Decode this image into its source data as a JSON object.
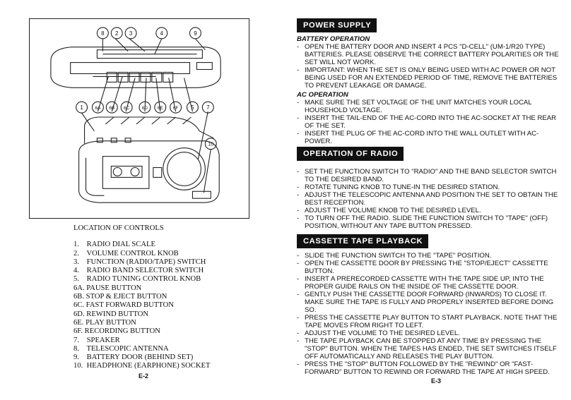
{
  "left_page": {
    "figure_callouts": [
      "8",
      "2",
      "3",
      "4",
      "9",
      "1",
      "6A",
      "6B",
      "6C",
      "6D",
      "6E",
      "6F",
      "5",
      "7",
      "10"
    ],
    "location_title": "LOCATION OF CONTROLS",
    "controls": [
      {
        "num": "1.",
        "label": "RADIO DIAL SCALE"
      },
      {
        "num": "2.",
        "label": "VOLUME CONTROL KNOB"
      },
      {
        "num": "3.",
        "label": "FUNCTION (RADIO/TAPE) SWITCH"
      },
      {
        "num": "4.",
        "label": "RADIO BAND SELECTOR SWITCH"
      },
      {
        "num": "5.",
        "label": "RADIO TUNING CONTROL KNOB"
      },
      {
        "num": "6A.",
        "label": "PAUSE BUTTON"
      },
      {
        "num": "6B.",
        "label": "STOP & EJECT BUTTON"
      },
      {
        "num": "6C.",
        "label": "FAST FORWARD BUTTON"
      },
      {
        "num": "6D.",
        "label": "REWIND BUTTON"
      },
      {
        "num": "6E.",
        "label": "PLAY BUTTON"
      },
      {
        "num": "6F.",
        "label": "RECORDING BUTTON"
      },
      {
        "num": "7.",
        "label": "SPEAKER"
      },
      {
        "num": "8.",
        "label": "TELESCOPIC ANTENNA"
      },
      {
        "num": "9.",
        "label": "BATTERY DOOR (BEHIND SET)"
      },
      {
        "num": "10.",
        "label": "HEADPHONE (EARPHONE) SOCKET"
      }
    ],
    "page_number": "E-2"
  },
  "right_page": {
    "power_supply": {
      "title": "POWER SUPPLY",
      "battery_title": "BATTERY OPERATION",
      "battery_items": [
        "OPEN THE BATTERY DOOR AND INSERT 4 PCS \"D-CELL\" (UM-1/R20 TYPE) BATTERIES. PLEASE OBSERVE THE CORRECT BATTERY POLARITIES OR THE SET WILL NOT WORK.",
        "IMPORTANT: WHEN THE SET IS ONLY BEING USED WITH AC POWER OR NOT BEING USED FOR AN EXTENDED PERIOD OF TIME, REMOVE THE BATTERIES TO PREVENT LEAKAGE OR DAMAGE."
      ],
      "ac_title": "AC OPERATION",
      "ac_items": [
        "MAKE SURE THE SET VOLTAGE OF THE UNIT MATCHES YOUR LOCAL HOUSEHOLD VOLTAGE.",
        "INSERT THE TAIL-END OF THE AC-CORD INTO THE AC-SOCKET AT THE REAR OF THE SET.",
        "INSERT THE PLUG OF THE AC-CORD INTO THE WALL OUTLET WITH AC-POWER."
      ]
    },
    "radio": {
      "title": "OPERATION OF RADIO",
      "items": [
        "SET THE FUNCTION SWITCH TO \"RADIO\" AND THE BAND SELECTOR SWITCH TO THE DESIRED BAND.",
        "ROTATE TUNING KNOB TO TUNE-IN THE DESIRED STATION.",
        "ADJUST THE TELESCOPIC ANTENNA AND POSITION THE SET TO OBTAIN THE BEST RECEPTION.",
        "ADJUST THE VOLUME KNOB TO THE DESIRED LEVEL.",
        "TO TURN OFF THE RADIO. SLIDE THE FUNCTION SWITCH TO \"TAPE\" (OFF) POSITION, WITHOUT ANY TAPE BUTTON PRESSED."
      ]
    },
    "cassette": {
      "title": "CASSETTE TAPE PLAYBACK",
      "items": [
        "SLIDE THE FUNCTION SWITCH TO THE \"TAPE\" POSITION.",
        "OPEN THE CASSETTE DOOR BY PRESSING THE \"STOP/EJECT\" CASSETTE BUTTON.",
        "INSERT A PRERECORDED CASSETTE WITH THE TAPE SIDE UP, INTO THE PROPER GUIDE RAILS ON THE INSIDE OF THE CASSETTE DOOR.",
        "GENTLY PUSH THE CASSETTE DOOR FORWARD (INWARDS) TO CLOSE IT. MAKE SURE THE TAPE IS FULLY AND PROPERLY INSERTED BEFORE DOING SO.",
        "PRESS THE CASSETTE PLAY BUTTON TO START PLAYBACK. NOTE THAT THE TAPE MOVES FROM RIGHT TO LEFT.",
        "ADJUST THE VOLUME TO THE DESIRED LEVEL.",
        "THE TAPE PLAYBACK CAN BE STOPPED AT ANY TIME BY PRESSING THE \"STOP\" BUTTON. WHEN THE TAPES HAS ENDED, THE SET SWITCHES ITSELF OFF AUTOMATICALLY AND RELEASES THE PLAY BUTTON.",
        "PRESS THE \"STOP\" BUTTON FOLLOWED BY THE \"REWIND\" OR \"FAST-FORWARD\" BUTTON TO REWIND OR FORWARD THE TAPE AT HIGH SPEED."
      ]
    },
    "page_number": "E-3"
  }
}
